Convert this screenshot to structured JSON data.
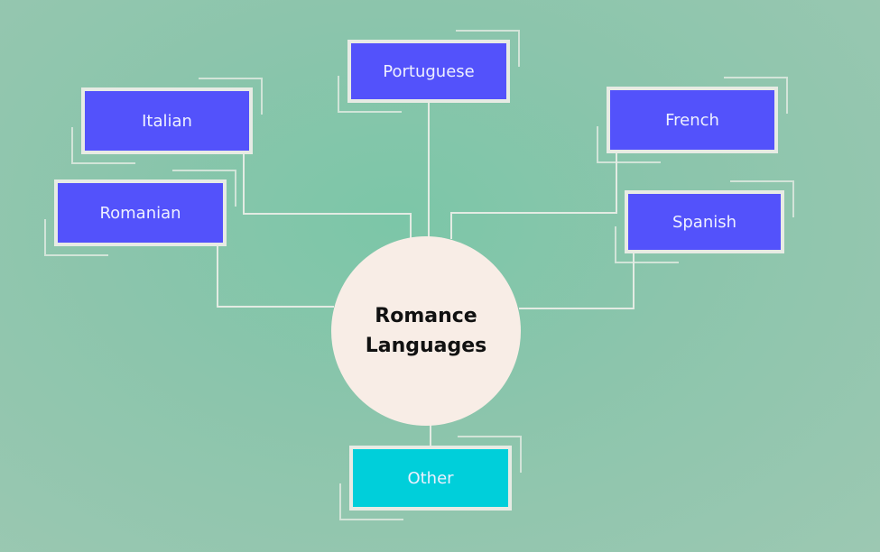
{
  "center": {
    "line1": "Romance",
    "line2": "Languages"
  },
  "nodes": [
    {
      "label": "Portuguese",
      "color": "#5352fb"
    },
    {
      "label": "Italian",
      "color": "#5352fb"
    },
    {
      "label": "French",
      "color": "#5352fb"
    },
    {
      "label": "Romanian",
      "color": "#5352fb"
    },
    {
      "label": "Spanish",
      "color": "#5352fb"
    },
    {
      "label": "Other",
      "color": "#00cfda"
    }
  ],
  "colors": {
    "line": "#e3ebe3",
    "background": "#8cc5ac"
  }
}
